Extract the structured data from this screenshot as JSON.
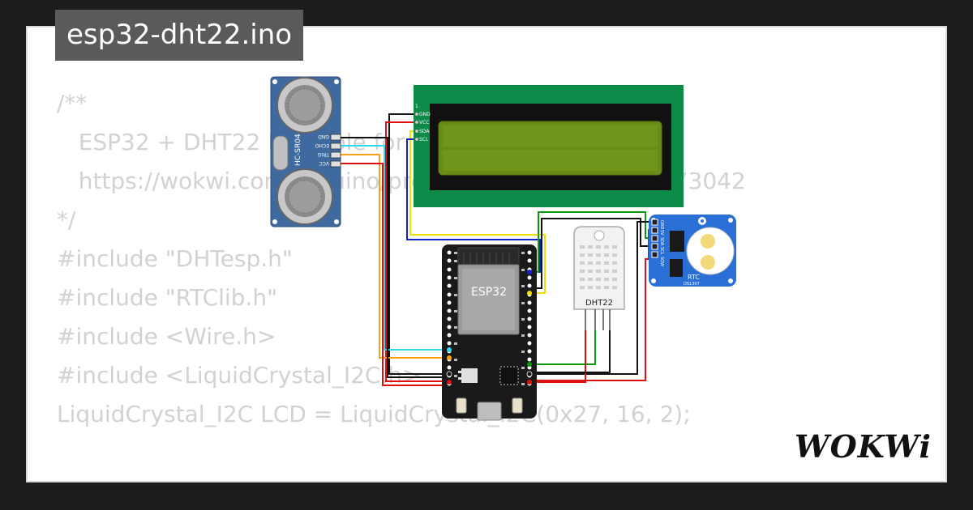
{
  "tab": {
    "filename": "esp32-dht22.ino"
  },
  "code_lines": [
    "/**",
    "   ESP32 + DHT22 Example for",
    "",
    "   https://wokwi.com/arduino/projects/322410731508073042",
    "*/",
    "",
    "#include \"DHTesp.h\"",
    "#include \"RTClib.h\"",
    "#include <Wire.h>",
    "#include <LiquidCrystal_I2C.h>",
    "LiquidCrystal_I2C LCD = LiquidCrystal_I2C(0x27, 16, 2);"
  ],
  "components": {
    "ultrasonic": {
      "label": "HC-SR04",
      "pins": [
        "GND",
        "ECHO",
        "TRIG",
        "VCC"
      ]
    },
    "lcd": {
      "pins": [
        "GND",
        "VCC",
        "SDA",
        "SCL"
      ],
      "pin1_mark": "1"
    },
    "mcu": {
      "label": "ESP32"
    },
    "dht": {
      "label": "DHT22"
    },
    "rtc": {
      "label": "RTC",
      "chip": "DS1307",
      "pins": [
        "GND",
        "5V",
        "SDA",
        "SCL",
        "SQW"
      ]
    }
  },
  "logo": {
    "text": "WOKWi"
  },
  "colors": {
    "lcd_green": "#0b8a48",
    "lcd_screen": "#6a8c16",
    "sensor_blue": "#3e6aa0",
    "rtc_blue": "#2a6fd6",
    "board_black": "#1a1a1a",
    "wire_red": "#e01010",
    "wire_black": "#111111",
    "wire_green": "#0a9a0a",
    "wire_blue": "#1020d0",
    "wire_yellow": "#f0e000",
    "wire_orange": "#ffa010",
    "wire_cyan": "#30d8f0"
  }
}
